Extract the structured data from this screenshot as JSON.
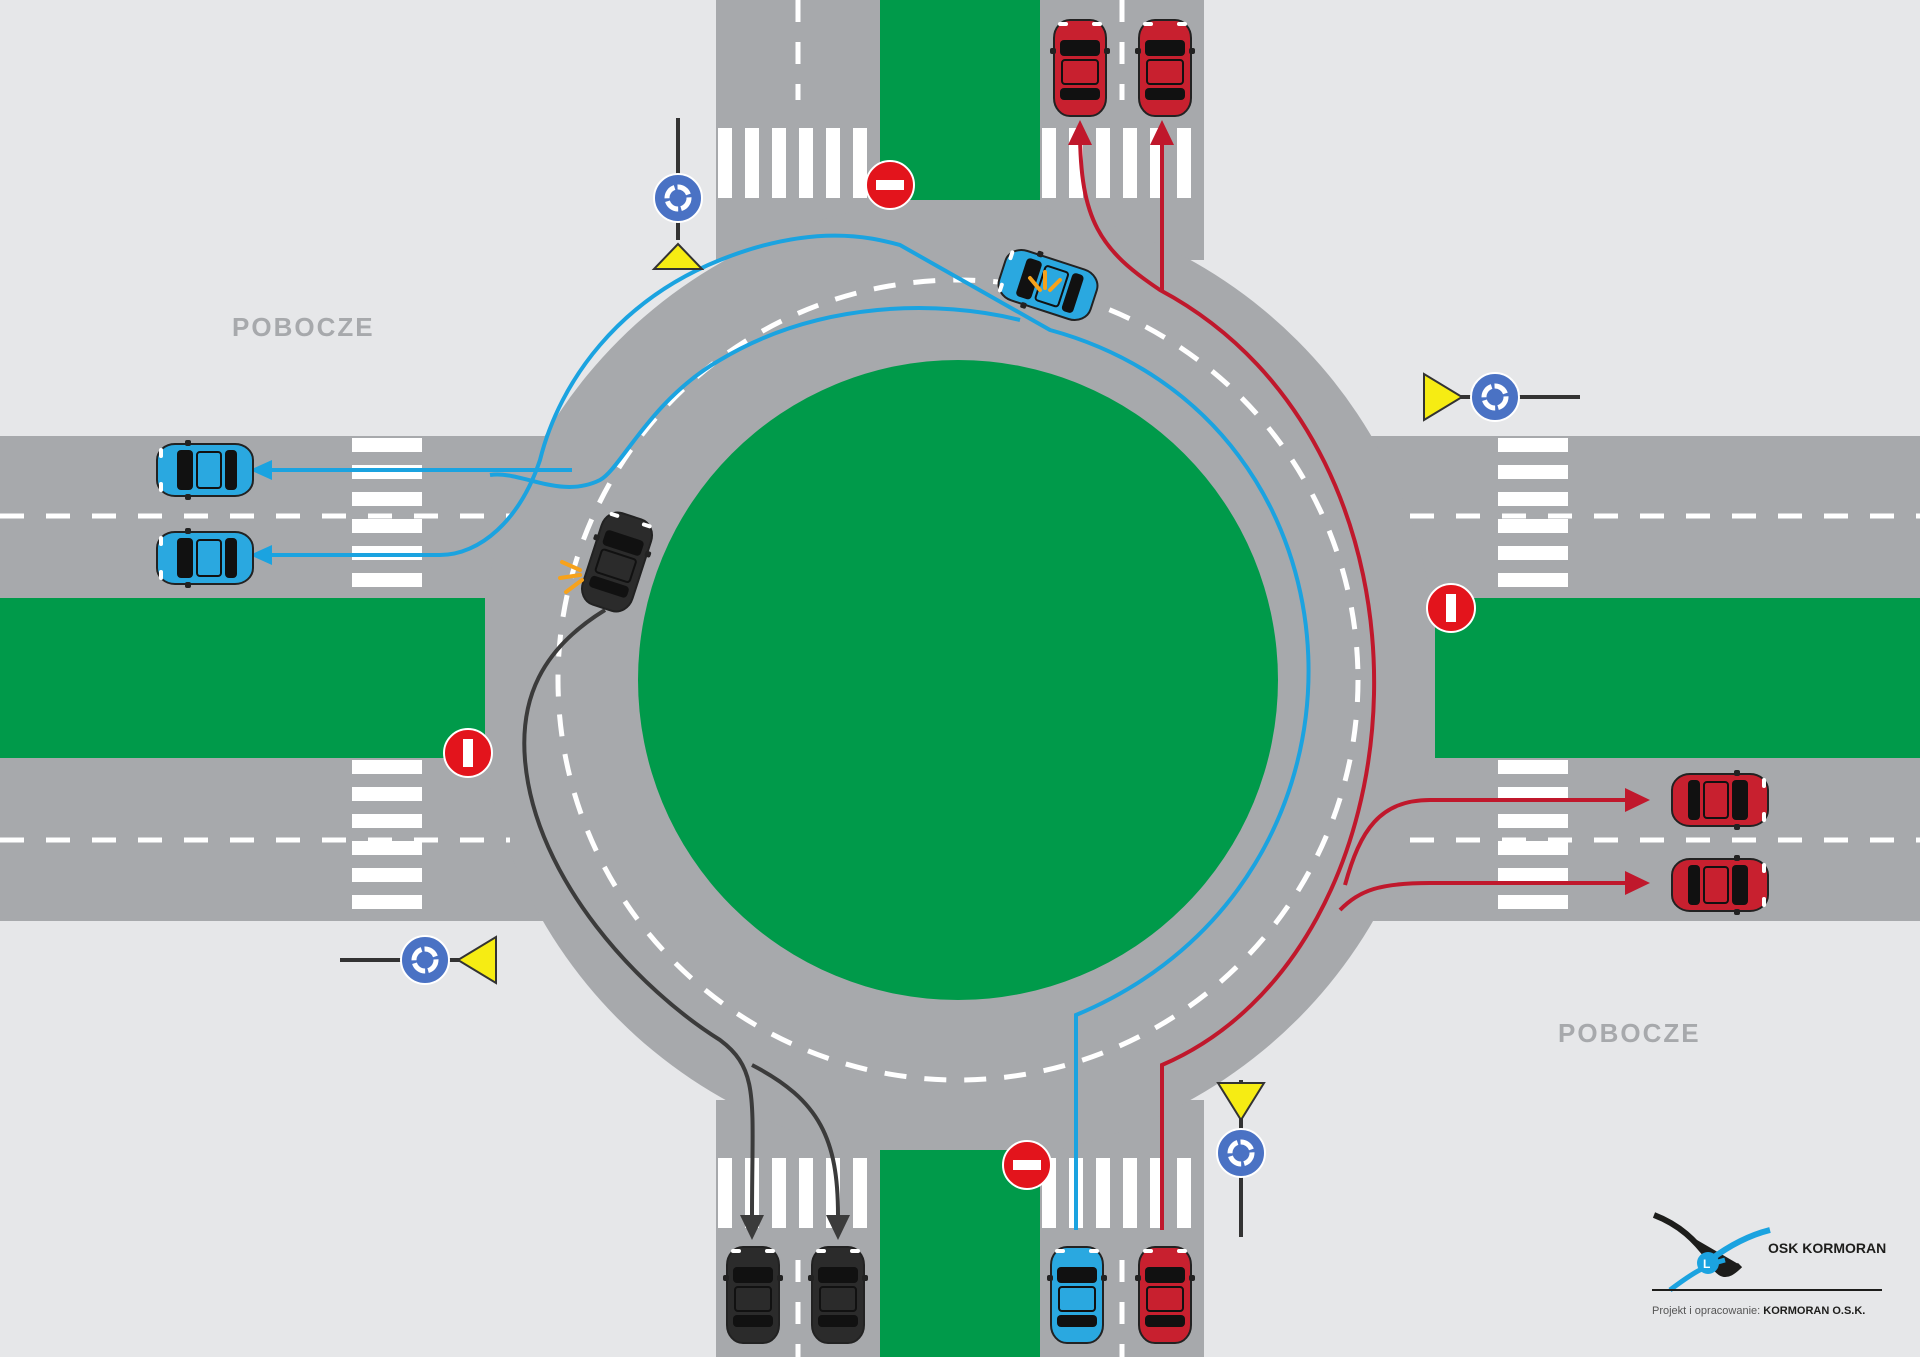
{
  "labels": {
    "shoulder_top_left": "POBOCZE",
    "shoulder_bottom_right": "POBOCZE"
  },
  "branding": {
    "name": "OSK KORMORAN",
    "credit_prefix": "Projekt i opracowanie:",
    "credit_name": "KORMORAN O.S.K."
  },
  "colors": {
    "grass": "#009a4a",
    "road": "#a7a9ac",
    "background": "#e6e7e9",
    "blue_path": "#1ba3e0",
    "red_path": "#c0182c",
    "black_path": "#3b3b3b",
    "blue_car": "#2aa8e0",
    "red_car": "#c8202f",
    "black_car": "#2b2b2b",
    "sign_blue": "#4a72c4",
    "sign_yellow": "#f6ec13",
    "sign_red": "#e3141c"
  },
  "icons": {
    "roundabout_sign": "roundabout-sign-icon",
    "yield_sign": "yield-sign-icon",
    "no_entry_sign": "no-entry-sign-icon",
    "turn_signal": "turn-signal-icon",
    "logo": "kormoran-logo-icon"
  }
}
